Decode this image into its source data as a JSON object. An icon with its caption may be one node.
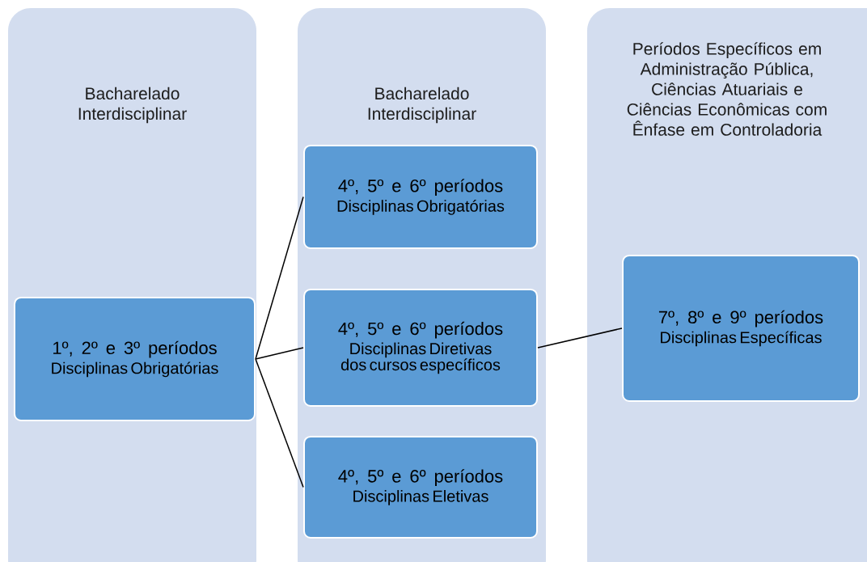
{
  "diagram": {
    "nodes": [
      {
        "text": [
          "Bacharelado Interdisciplinar"
        ]
      },
      {
        "text": [
          "1º, 2º e 3º períodos",
          "Disciplinas Obrigatórias"
        ],
        "in": 0
      },
      {
        "text": [
          "Bacharelado Interdisciplinar"
        ]
      },
      {
        "text": [
          "4º, 5º e 6º períodos",
          "Disciplinas Obrigatórias"
        ],
        "in": 2
      },
      {
        "text": [
          "4º, 5º e 6º períodos",
          "Disciplinas Diretivas dos cursos específicos"
        ],
        "in": 2
      },
      {
        "text": [
          "4º, 5º e 6º períodos",
          "Disciplinas Eletivas"
        ],
        "in": 2
      },
      {
        "text": [
          "Períodos Específicos em Administração Pública, Ciências Atuariais e Ciências Econômicas com Ênfase em Controladoria"
        ]
      },
      {
        "text": [
          "7º, 8º e 9º períodos",
          "Disciplinas Específicas"
        ],
        "in": 6
      }
    ],
    "edges": [
      {
        "from": 1,
        "to": 3,
        "arrow": "none"
      },
      {
        "from": 1,
        "to": 4,
        "arrow": "none"
      },
      {
        "from": 1,
        "to": 5,
        "arrow": "none"
      },
      {
        "from": 4,
        "to": 7,
        "arrow": "none"
      }
    ]
  }
}
